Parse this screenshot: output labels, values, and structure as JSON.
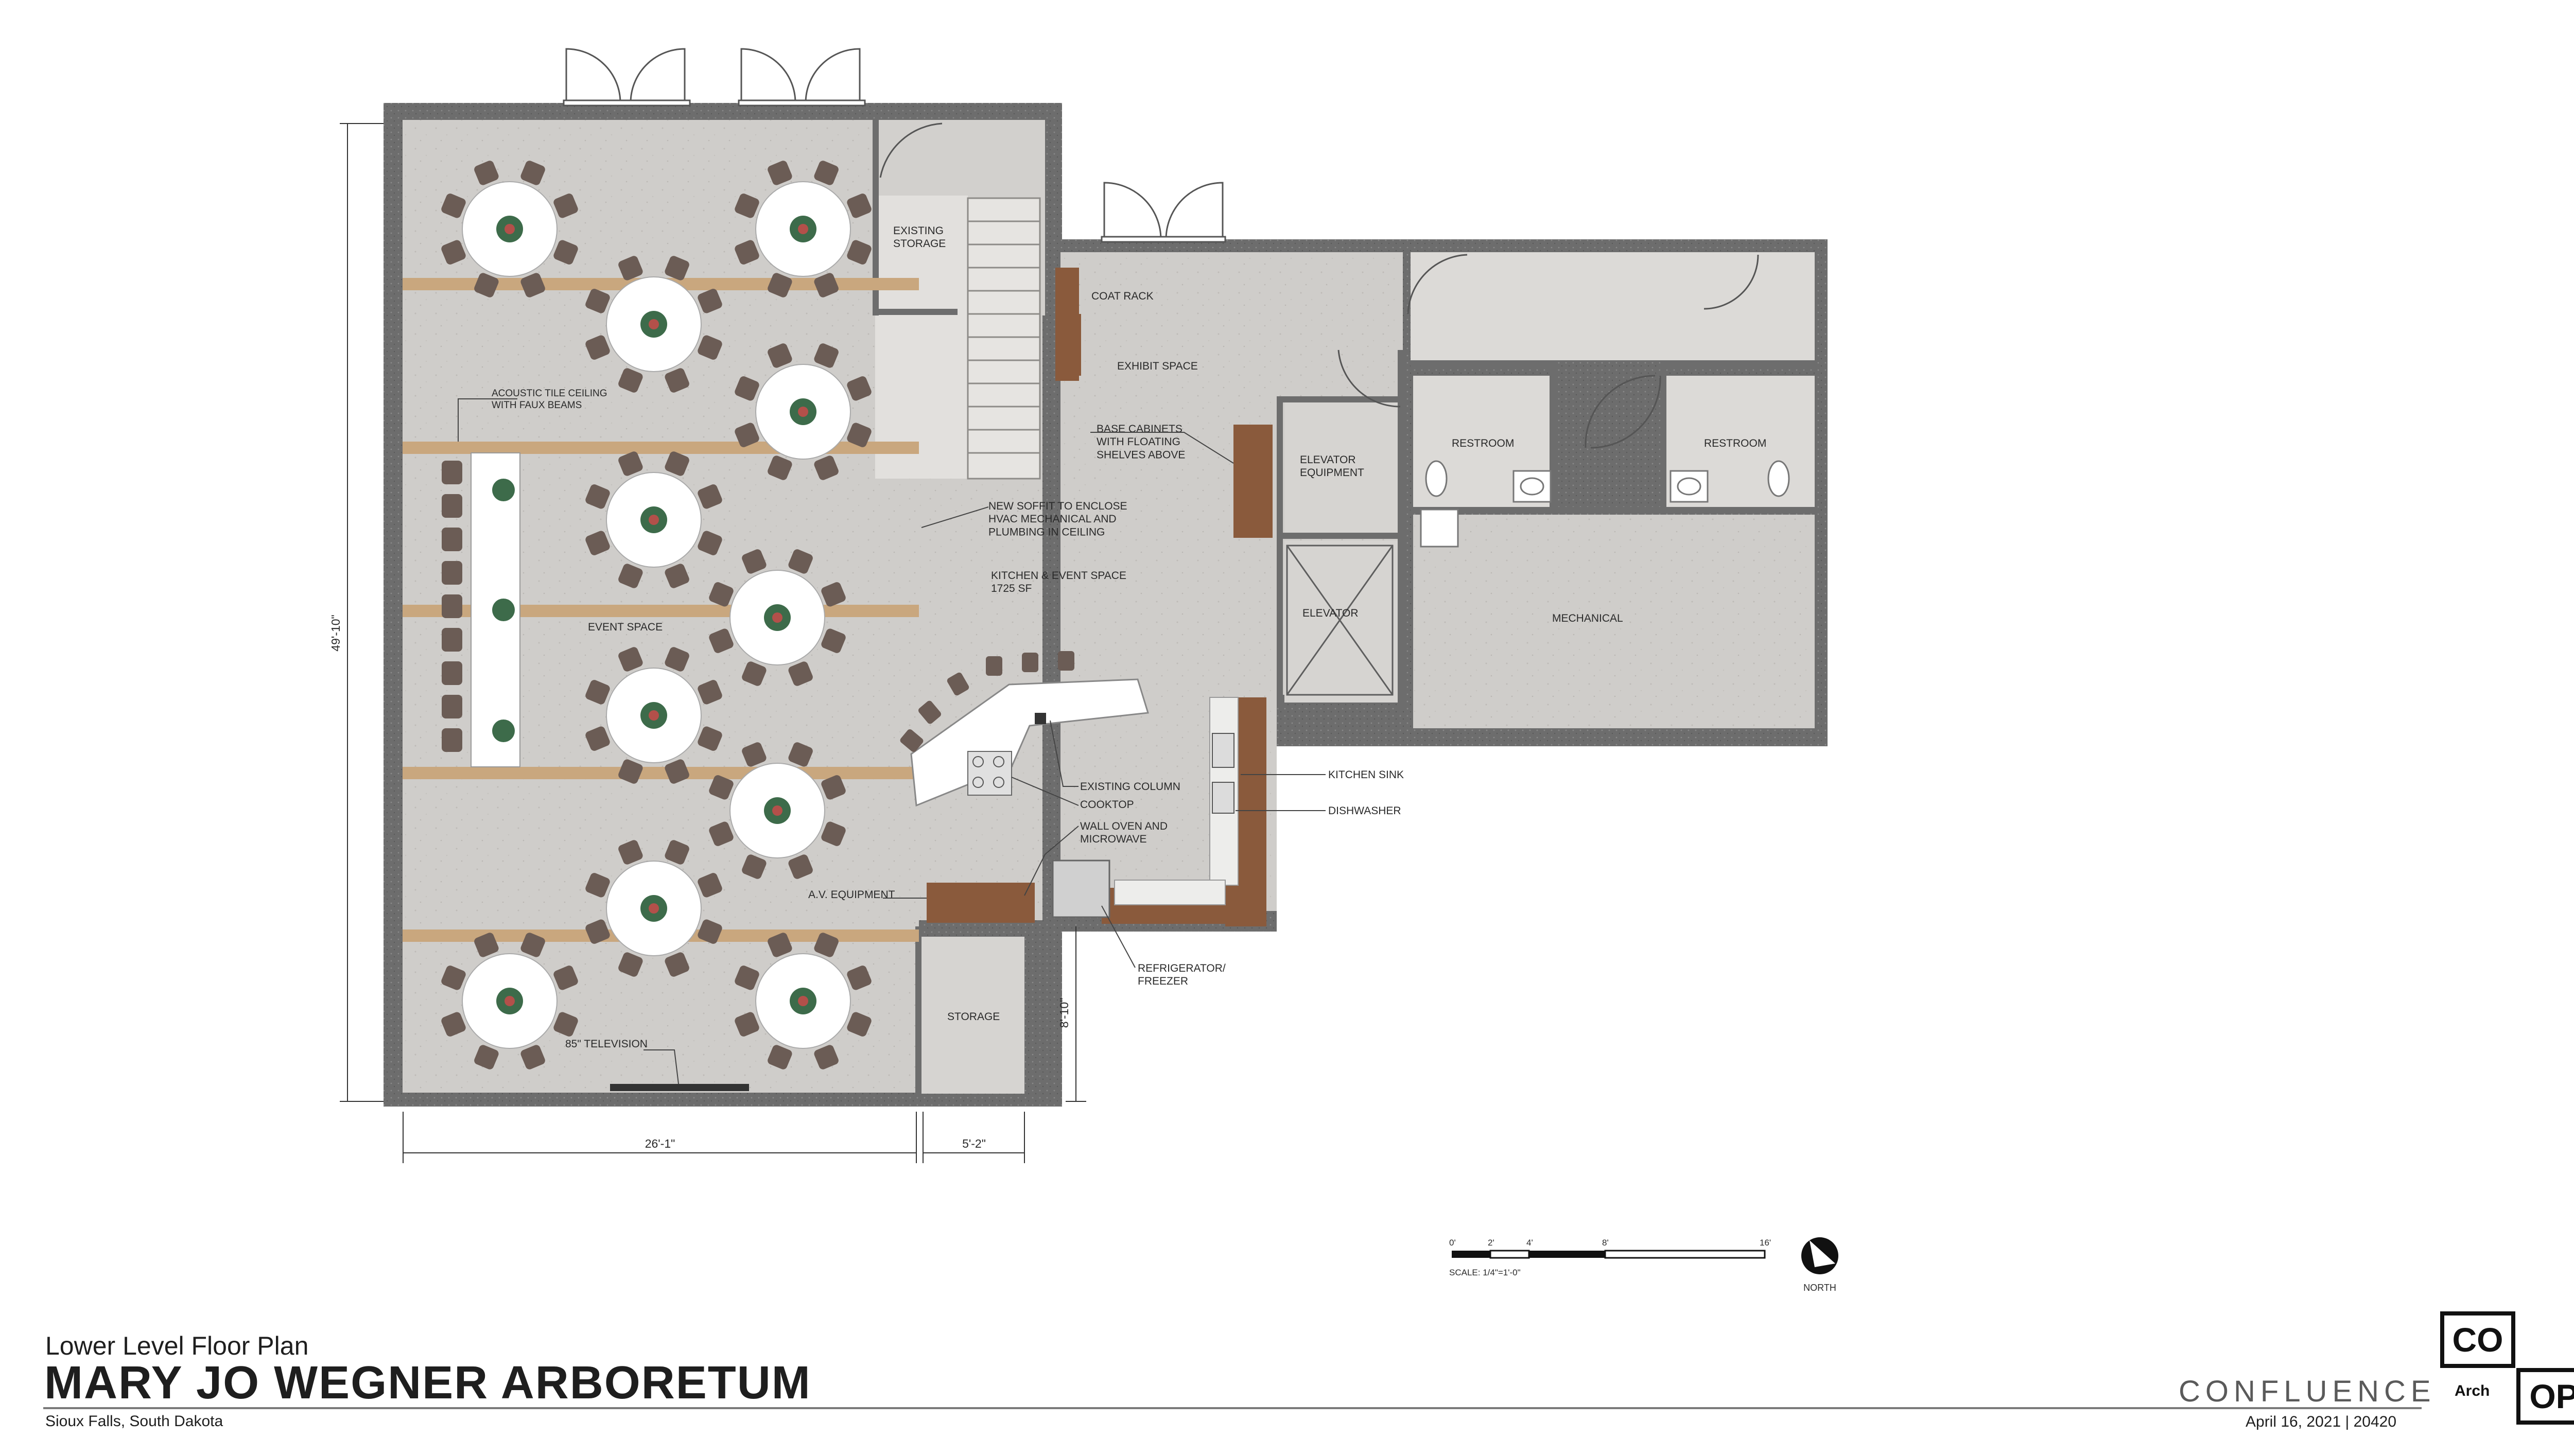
{
  "title_block": {
    "subtitle": "Lower Level Floor Plan",
    "title": "MARY JO WEGNER ARBORETUM",
    "location": "Sioux Falls, South Dakota",
    "firm": "CONFLUENCE",
    "date_project": "April 16, 2021 | 20420",
    "logo": {
      "top_left": "CO",
      "bottom_left": "Arch",
      "bottom_right": "OP"
    }
  },
  "rooms": {
    "existing_storage": "EXISTING\nSTORAGE",
    "coat_rack": "COAT RACK",
    "exhibit_space": "EXHIBIT SPACE",
    "base_cabinets": "BASE CABINETS\nWITH FLOATING\nSHELVES ABOVE",
    "elevator_equipment": "ELEVATOR\nEQUIPMENT",
    "restroom_left": "RESTROOM",
    "restroom_right": "RESTROOM",
    "elevator": "ELEVATOR",
    "mechanical": "MECHANICAL",
    "acoustic_ceiling": "ACOUSTIC TILE CEILING\nWITH FAUX BEAMS",
    "new_soffit": "NEW SOFFIT TO ENCLOSE\nHVAC MECHANICAL AND\nPLUMBING IN CEILING",
    "kitchen_event": "KITCHEN & EVENT SPACE\n1725 SF",
    "event_space": "EVENT SPACE",
    "existing_column": "EXISTING COLUMN",
    "cooktop": "COOKTOP",
    "wall_oven": "WALL OVEN AND\nMICROWAVE",
    "av_equipment": "A.V. EQUIPMENT",
    "kitchen_sink": "KITCHEN SINK",
    "dishwasher": "DISHWASHER",
    "refrigerator": "REFRIGERATOR/\nFREEZER",
    "storage": "STORAGE",
    "television": "85\" TELEVISION"
  },
  "dimensions": {
    "height": "49'-10\"",
    "width_main": "26'-1\"",
    "width_storage": "5'-2\"",
    "storage_depth": "8'-10\""
  },
  "scale_bar": {
    "ticks": [
      "0'",
      "2'",
      "4'",
      "8'",
      "16'"
    ],
    "label": "SCALE: 1/4\"=1'-0\""
  },
  "north": {
    "label": "NORTH"
  },
  "colors": {
    "wall": "#6d6d6d",
    "floor": "#cfcdca",
    "floor_light": "#dcdad7",
    "beam": "#c9a77e",
    "cabinet": "#8a5a3c",
    "table": "#ffffff"
  }
}
